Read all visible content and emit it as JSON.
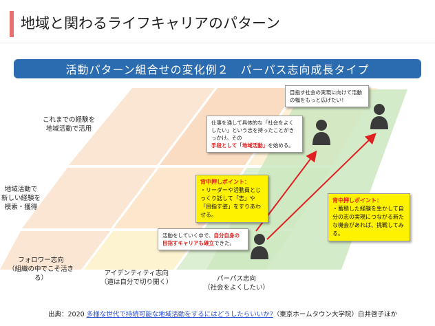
{
  "page": {
    "title": "地域と関わるライフキャリアのパターン",
    "subtitle": "活動パターン組合せの変化例２　パーパス志向成長タイプ"
  },
  "axis": {
    "row_top": [
      "これまでの経験を",
      "地域活動で活用"
    ],
    "row_mid": [
      "地域活動で",
      "新しい経験を",
      "模索・獲得"
    ],
    "col_left": [
      "フォロワー志向",
      "（組織の中でこそ活き",
      "る）"
    ],
    "col_mid": [
      "アイデンティティ志向",
      "（道は自分で切り開く）"
    ],
    "col_right": [
      "パーパス志向",
      "（社会をよくしたい）"
    ]
  },
  "callouts": {
    "c1": "目指す社会の実現に向けて活動の幅をもっと広げたい！",
    "c2_a": "仕事を通して具体的な「社会をよくしたい」という志を持ったことがきっかけ。その",
    "c2_red": "手段として「地域活動」",
    "c2_b": "を始める。",
    "c3_a": "活動をしていく中で、",
    "c3_red": "自分自身の目指すキャリアも確立",
    "c3_b": "できた。"
  },
  "points": {
    "p1_title": "背中押しポイント：",
    "p1_body": "・リーダーや活動員とじっくり話して「志」や「目指す姿」をすりあわせる。",
    "p2_title": "背中押しポイント：",
    "p2_body": "・蓄積した経験を生かして自分の志の実現につながる新たな機会があれば、挑戦してみる。"
  },
  "source": {
    "prefix": "出典：2020 ",
    "link": "多様な世代で持続可能な地域活動をするにはどうしたらいいか?",
    "suffix": "（東京ホームタウン大学院）白井啓子ほか"
  },
  "colors": {
    "grid_peach_light": "#fbe6d3",
    "grid_peach": "#fadcc2",
    "grid_cream": "#fdf0d6",
    "grid_yellow": "#fdf3d0",
    "grid_green": "#dcefd2",
    "grid_green_dark": "#cde7c0",
    "header_blue": "#2b6cb0",
    "accent_red": "#e02020",
    "highlight_yellow": "#fff200",
    "title_accent": "#e8716f"
  }
}
